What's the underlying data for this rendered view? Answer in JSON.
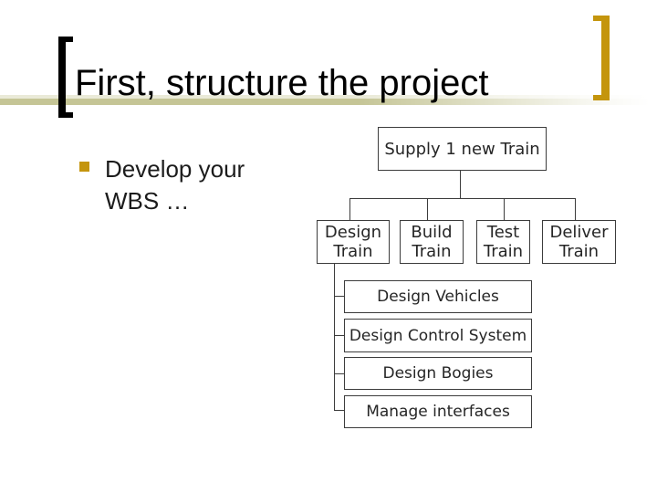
{
  "colors": {
    "accent_gold": "#C4950D",
    "bracket_black": "#000000",
    "rule_light": "#EAEAD8",
    "rule_dark": "#C5C596",
    "diagram_line": "#3C3C3C",
    "diagram_text": "#262626"
  },
  "decorations": {
    "left_bracket_icon": "open-bracket",
    "right_bracket_icon": "close-bracket",
    "bullet_icon": "gold-square-bullet"
  },
  "title": "First, structure the project",
  "bullets": [
    {
      "label": "Develop your WBS …"
    }
  ],
  "diagram": {
    "root": {
      "label": "Supply 1 new Train"
    },
    "phases": [
      {
        "label": "Design Train"
      },
      {
        "label": "Build Train"
      },
      {
        "label": "Test Train"
      },
      {
        "label": "Deliver Train"
      }
    ],
    "design_tasks": [
      {
        "label": "Design Vehicles"
      },
      {
        "label": "Design Control System"
      },
      {
        "label": "Design Bogies"
      },
      {
        "label": "Manage interfaces"
      }
    ]
  }
}
